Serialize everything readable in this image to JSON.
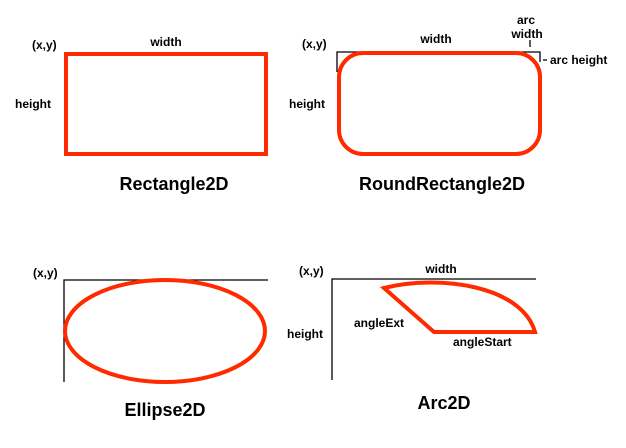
{
  "colors": {
    "shape_stroke": "#ff2a00",
    "guide": "#000000"
  },
  "rectangle": {
    "title": "Rectangle2D",
    "origin": "(x,y)",
    "width": "width",
    "height": "height"
  },
  "round_rectangle": {
    "title": "RoundRectangle2D",
    "origin": "(x,y)",
    "width": "width",
    "height": "height",
    "arc_width_line1": "arc",
    "arc_width_line2": "width",
    "arc_height": "arc height"
  },
  "ellipse": {
    "title": "Ellipse2D",
    "origin": "(x,y)"
  },
  "arc": {
    "title": "Arc2D",
    "origin": "(x,y)",
    "width": "width",
    "height": "height",
    "angle_ext": "angleExt",
    "angle_start": "angleStart"
  }
}
